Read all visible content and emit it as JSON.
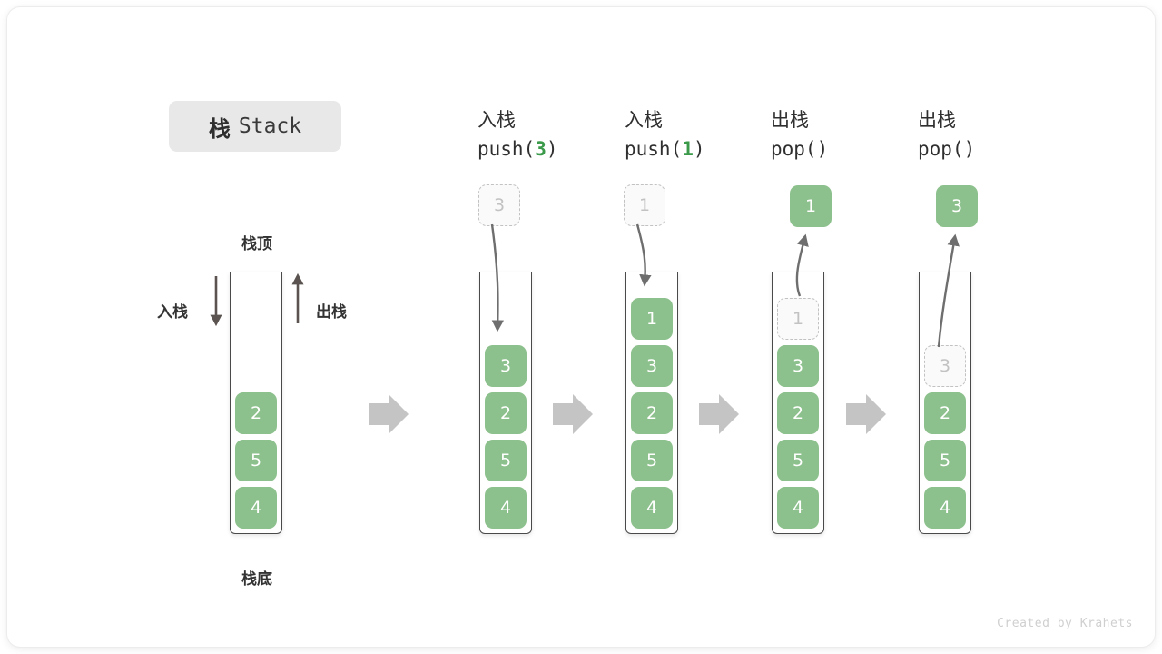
{
  "title": {
    "cn": "栈",
    "en": "Stack"
  },
  "credit": "Created by Krahets",
  "labels": {
    "top": "栈顶",
    "bottom": "栈底",
    "push_side": "入栈",
    "pop_side": "出栈"
  },
  "colors": {
    "element_green": "#8cc08c",
    "ghost_gray": "#c2c2c2",
    "arrow_gray": "#6e6e6e",
    "flow_arrow": "#c4c4c4",
    "title_chip_bg": "#e8e8e8",
    "code_number_green": "#3a9a4a"
  },
  "panels": [
    {
      "id": "initial",
      "op_cn": "",
      "op_code": "",
      "op_code_prefix": "",
      "op_code_num": "",
      "op_code_suffix": "",
      "stack": [
        "2",
        "5",
        "4"
      ],
      "floating": null,
      "ghost_in_stack": null
    },
    {
      "id": "push-3",
      "op_cn": "入栈",
      "op_code": "push(3)",
      "op_code_prefix": "push(",
      "op_code_num": "3",
      "op_code_suffix": ")",
      "stack": [
        "3",
        "2",
        "5",
        "4"
      ],
      "floating": {
        "value": "3",
        "style": "ghost"
      },
      "ghost_in_stack": null
    },
    {
      "id": "push-1",
      "op_cn": "入栈",
      "op_code": "push(1)",
      "op_code_prefix": "push(",
      "op_code_num": "1",
      "op_code_suffix": ")",
      "stack": [
        "1",
        "3",
        "2",
        "5",
        "4"
      ],
      "floating": {
        "value": "1",
        "style": "ghost"
      },
      "ghost_in_stack": null
    },
    {
      "id": "pop-1",
      "op_cn": "出栈",
      "op_code": "pop()",
      "op_code_prefix": "pop()",
      "op_code_num": "",
      "op_code_suffix": "",
      "stack": [
        "3",
        "2",
        "5",
        "4"
      ],
      "floating": {
        "value": "1",
        "style": "solid"
      },
      "ghost_in_stack": {
        "value": "1",
        "slot": 0
      }
    },
    {
      "id": "pop-3",
      "op_cn": "出栈",
      "op_code": "pop()",
      "op_code_prefix": "pop()",
      "op_code_num": "",
      "op_code_suffix": "",
      "stack": [
        "2",
        "5",
        "4"
      ],
      "floating": {
        "value": "3",
        "style": "solid"
      },
      "ghost_in_stack": {
        "value": "3",
        "slot": 0
      }
    }
  ],
  "flow_arrows": [
    "flow-arrow-1",
    "flow-arrow-2",
    "flow-arrow-3",
    "flow-arrow-4"
  ]
}
